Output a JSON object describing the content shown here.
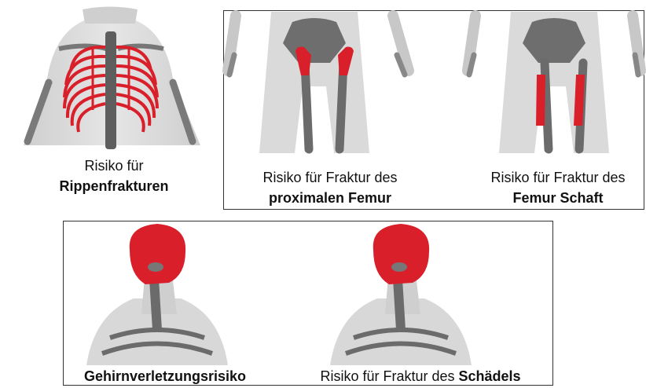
{
  "panels": {
    "ribs": {
      "line1": "Risiko für",
      "line2": "Rippenfrakturen"
    },
    "proximal_femur": {
      "line1": "Risiko für Fraktur des",
      "line2": "proximalen Femur"
    },
    "femur_shaft": {
      "line1": "Risiko für Fraktur des",
      "line2": "Femur Schaft"
    },
    "brain": {
      "line1": "Gehirnverletzungsrisiko"
    },
    "skull": {
      "line1": "Risiko für Fraktur des ",
      "line2": "Schädels"
    }
  },
  "colors": {
    "highlight": "#d9202a",
    "bone": "#6b6b6b",
    "body": "#d6d6d6"
  }
}
